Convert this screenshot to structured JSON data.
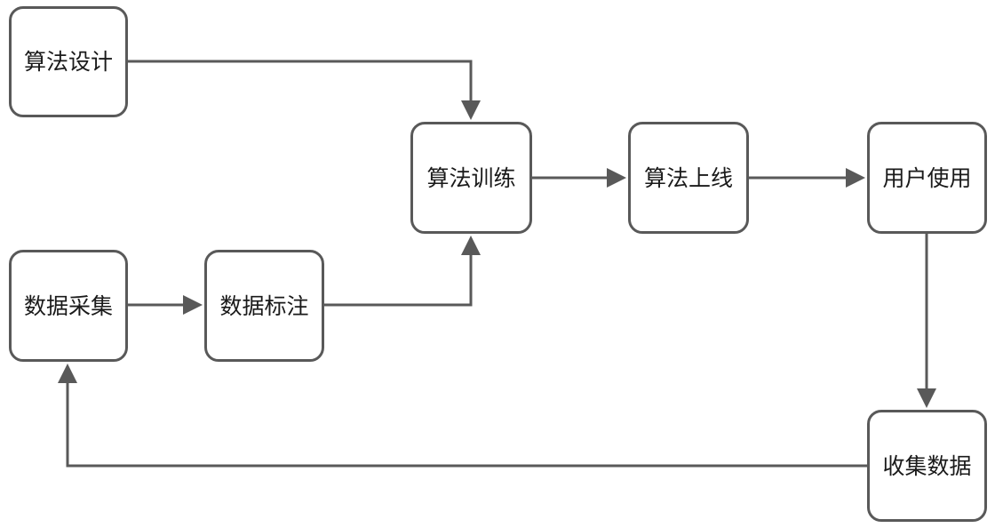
{
  "colors": {
    "stroke": "#595959",
    "text": "#1a1a1a",
    "background": "#ffffff"
  },
  "nodes": {
    "algo_design": "算法设计",
    "algo_train": "算法训练",
    "algo_deploy": "算法上线",
    "user_use": "用户使用",
    "data_collection": "数据采集",
    "data_labeling": "数据标注",
    "collect_data": "收集数据"
  },
  "edges": [
    {
      "from": "algo_design",
      "to": "algo_train"
    },
    {
      "from": "data_collection",
      "to": "data_labeling"
    },
    {
      "from": "data_labeling",
      "to": "algo_train"
    },
    {
      "from": "algo_train",
      "to": "algo_deploy"
    },
    {
      "from": "algo_deploy",
      "to": "user_use"
    },
    {
      "from": "user_use",
      "to": "collect_data"
    },
    {
      "from": "collect_data",
      "to": "data_collection"
    }
  ]
}
